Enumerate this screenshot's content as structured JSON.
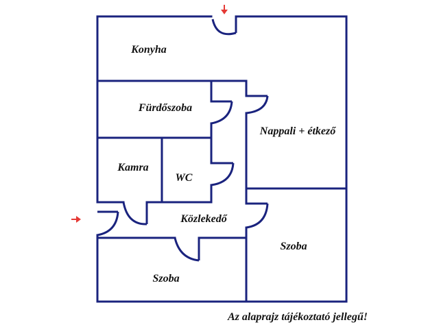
{
  "plan": {
    "wall_color": "#1a237e",
    "arrow_color": "#e53935",
    "rooms": {
      "konyha": "Konyha",
      "furdoszoba": "Fürdőszoba",
      "nappali": "Nappali + étkező",
      "kamra": "Kamra",
      "wc": "WC",
      "kozlekedo": "Közlekedő",
      "szoba_right": "Szoba",
      "szoba_bottom": "Szoba"
    },
    "entrances": [
      {
        "name": "top-entrance",
        "icon": "arrow-down-icon"
      },
      {
        "name": "left-entrance",
        "icon": "arrow-right-icon"
      }
    ],
    "note": "Az alaprajz tájékoztató jellegű!"
  }
}
